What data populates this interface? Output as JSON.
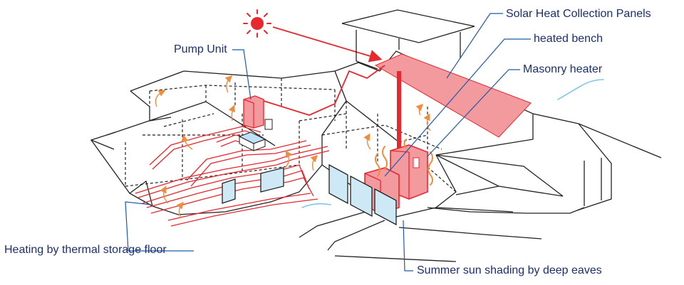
{
  "labels": {
    "solar_panels": "Solar Heat Collection Panels",
    "heated_bench": "heated bench",
    "masonry_heater": "Masonry heater",
    "pump_unit": "Pump Unit",
    "floor_heating": "Heating by thermal storage floor",
    "eaves": "Summer sun shading by deep eaves"
  },
  "icons": {
    "sun": "sun-icon",
    "breeze": "wind-icon"
  },
  "colors": {
    "label_text": "#1b2f6e",
    "leader_line": "#1f5aa8",
    "heat_red": "#e8282f",
    "panel_fill": "#f39a9f",
    "warm_arrow": "#f08c3c",
    "breeze": "#7fc8e6",
    "window_fill": "#cfe8f6",
    "outline": "#222222"
  }
}
